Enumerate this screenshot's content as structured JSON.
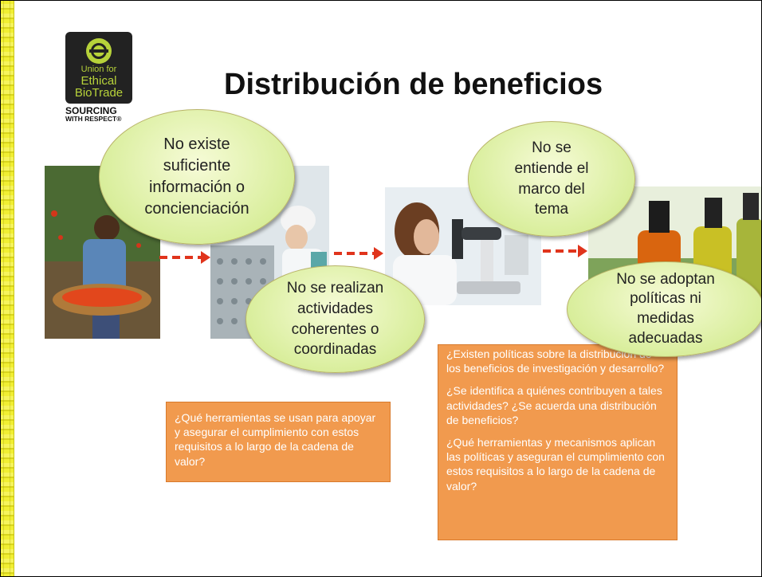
{
  "slide": {
    "title": "Distribución de beneficios",
    "logo": {
      "icon": "ethical-biotrade-logo-icon",
      "line1": "Union for",
      "line2": "Ethical",
      "line3": "BioTrade",
      "tagline1": "SOURCING",
      "tagline2": "WITH RESPECT®"
    },
    "photos": [
      {
        "name": "photo-farmer-basket"
      },
      {
        "name": "photo-factory-worker"
      },
      {
        "name": "photo-scientist-microscope"
      },
      {
        "name": "photo-bottles-oils"
      }
    ],
    "bubbles": [
      {
        "lines": [
          "No existe",
          "suficiente",
          "información o",
          "concienciación"
        ]
      },
      {
        "lines": [
          "No se realizan",
          "actividades",
          "coherentes o",
          "coordinadas"
        ]
      },
      {
        "lines": [
          "No se",
          "entiende el",
          "marco del",
          "tema"
        ]
      },
      {
        "lines": [
          "No se adoptan",
          "políticas ni",
          "medidas",
          "adecuadas"
        ]
      }
    ],
    "box_left": "¿Qué herramientas se usan para apoyar y asegurar el cumplimiento con estos requisitos a lo largo de la cadena de valor?",
    "box_right": [
      "¿Existen políticas sobre la distribución de los beneficios de investigación y desarrollo?",
      "¿Se identifica a quiénes contribuyen a tales actividades? ¿Se acuerda una distribución de beneficios?",
      "¿Qué herramientas y mecanismos aplican las políticas y aseguran el cumplimiento con estos requisitos a lo largo de la cadena de valor?"
    ],
    "colors": {
      "bubble_fill": "#d9ee9c",
      "box_fill": "#f19a4e",
      "arrow": "#e0341c",
      "left_band": "#f1ef32"
    }
  }
}
